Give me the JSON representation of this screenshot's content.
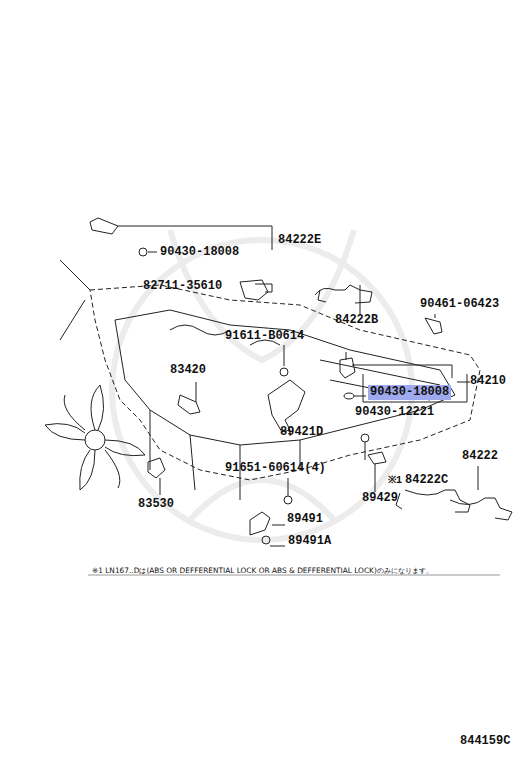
{
  "diagram": {
    "nodes": [
      {
        "text": [
          "90430-18008"
        ]
      }
    ],
    "labels": [
      "84222E",
      "90430-18008",
      "82711-35610",
      "84222B",
      "90461-06423",
      "91611-B0614",
      "83420",
      "84210",
      "90430-12221",
      "89421D",
      "91651-60614(4)",
      "84222",
      "※1",
      "84222C",
      "89429",
      "83530",
      "89491",
      "89491A",
      "※1 LN167..Dは(ABS OR DEFFERENTIAL LOCK OR ABS & DEFFERENTIAL LOCK)のみになります。",
      "844159C"
    ]
  }
}
